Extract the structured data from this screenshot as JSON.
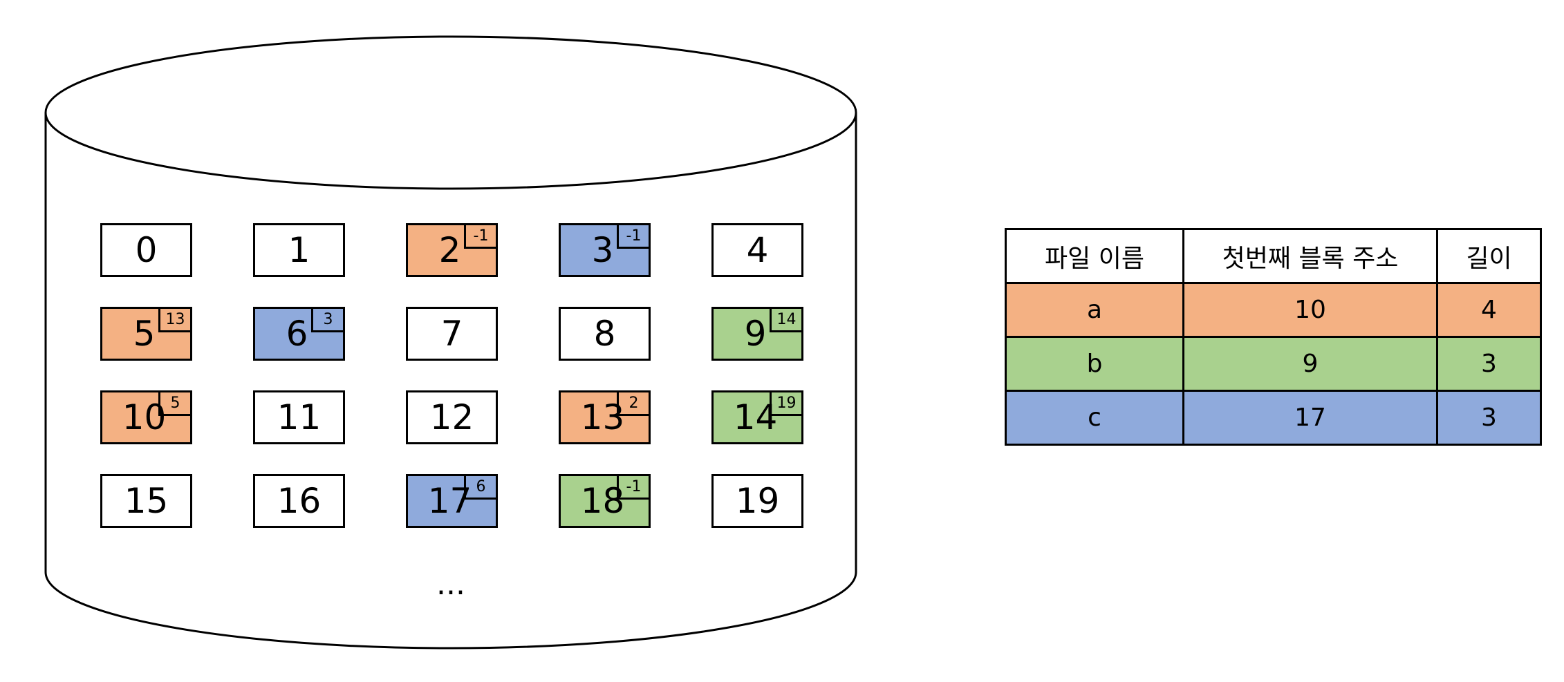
{
  "colors": {
    "a": "#F4B183",
    "b": "#A9D18E",
    "c": "#8FAADC",
    "free": "#FFFFFF"
  },
  "blocks": [
    {
      "num": "0",
      "file": null,
      "next": null
    },
    {
      "num": "1",
      "file": null,
      "next": null
    },
    {
      "num": "2",
      "file": "a",
      "next": "-1"
    },
    {
      "num": "3",
      "file": "c",
      "next": "-1"
    },
    {
      "num": "4",
      "file": null,
      "next": null
    },
    {
      "num": "5",
      "file": "a",
      "next": "13"
    },
    {
      "num": "6",
      "file": "c",
      "next": "3"
    },
    {
      "num": "7",
      "file": null,
      "next": null
    },
    {
      "num": "8",
      "file": null,
      "next": null
    },
    {
      "num": "9",
      "file": "b",
      "next": "14"
    },
    {
      "num": "10",
      "file": "a",
      "next": "5"
    },
    {
      "num": "11",
      "file": null,
      "next": null
    },
    {
      "num": "12",
      "file": null,
      "next": null
    },
    {
      "num": "13",
      "file": "a",
      "next": "2"
    },
    {
      "num": "14",
      "file": "b",
      "next": "19"
    },
    {
      "num": "15",
      "file": null,
      "next": null
    },
    {
      "num": "16",
      "file": null,
      "next": null
    },
    {
      "num": "17",
      "file": "c",
      "next": "6"
    },
    {
      "num": "18",
      "file": "b",
      "next": "-1"
    },
    {
      "num": "19",
      "file": null,
      "next": null
    }
  ],
  "ellipsis": "...",
  "table": {
    "headers": [
      "파일 이름",
      "첫번째 블록 주소",
      "길이"
    ],
    "rows": [
      {
        "file": "a",
        "name": "a",
        "first_block": "10",
        "length": "4"
      },
      {
        "file": "b",
        "name": "b",
        "first_block": "9",
        "length": "3"
      },
      {
        "file": "c",
        "name": "c",
        "first_block": "17",
        "length": "3"
      }
    ]
  }
}
